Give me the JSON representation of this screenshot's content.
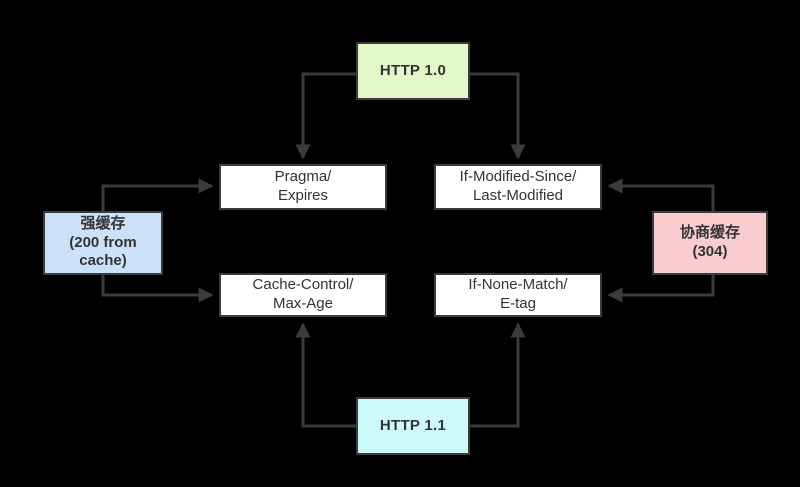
{
  "diagram": {
    "title": "HTTP caching mechanism diagram",
    "background_color": "#000000",
    "line_color": "#3b3b3b",
    "nodes": {
      "http10": {
        "label": "HTTP 1.0",
        "color": "#e2f8c8"
      },
      "http11": {
        "label": "HTTP 1.1",
        "color": "#cdf9fb"
      },
      "strong_cache": {
        "label": "强缓存\n(200 from cache)",
        "color": "#cce0f9"
      },
      "negotiate_cache": {
        "label": "协商缓存\n(304)",
        "color": "#f9ccd0"
      },
      "pragma": {
        "label": "Pragma/\nExpires",
        "color": "#ffffff"
      },
      "if_modified_since": {
        "label": "If-Modified-Since/\nLast-Modified",
        "color": "#ffffff"
      },
      "cache_control": {
        "label": "Cache-Control/\nMax-Age",
        "color": "#ffffff"
      },
      "if_none_match": {
        "label": "If-None-Match/\nE-tag",
        "color": "#ffffff"
      }
    },
    "edges": [
      {
        "name": "http10-to-pragma",
        "from": "http10",
        "to": "pragma",
        "direction": "down"
      },
      {
        "name": "http10-to-if-modified-since",
        "from": "http10",
        "to": "if_modified_since",
        "direction": "down"
      },
      {
        "name": "strong-cache-to-pragma",
        "from": "strong_cache",
        "to": "pragma",
        "direction": "right"
      },
      {
        "name": "strong-cache-to-cache-control",
        "from": "strong_cache",
        "to": "cache_control",
        "direction": "right"
      },
      {
        "name": "negotiate-cache-to-if-modified-since",
        "from": "negotiate_cache",
        "to": "if_modified_since",
        "direction": "left"
      },
      {
        "name": "negotiate-cache-to-if-none-match",
        "from": "negotiate_cache",
        "to": "if_none_match",
        "direction": "left"
      },
      {
        "name": "http11-to-cache-control",
        "from": "http11",
        "to": "cache_control",
        "direction": "up"
      },
      {
        "name": "http11-to-if-none-match",
        "from": "http11",
        "to": "if_none_match",
        "direction": "up"
      }
    ]
  }
}
